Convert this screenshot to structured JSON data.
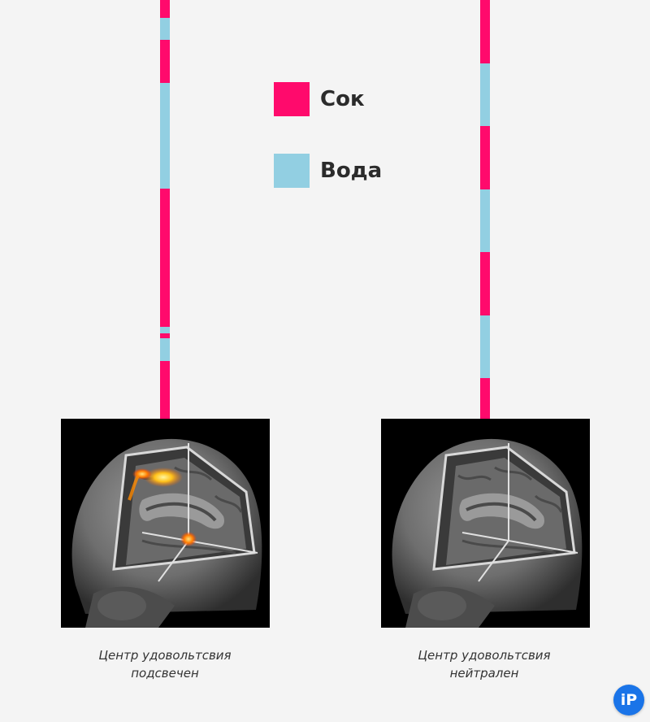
{
  "colors": {
    "juice": "#ff0a6c",
    "water": "#92cfe2",
    "background": "#f4f4f4"
  },
  "legend": [
    {
      "key": "juice",
      "label": "Сок"
    },
    {
      "key": "water",
      "label": "Вода"
    }
  ],
  "left_panel": {
    "caption_line1": "Центр удовольтсвия",
    "caption_line2": "подсвечен",
    "activation": true
  },
  "right_panel": {
    "caption_line1": "Центр удовольтсвия",
    "caption_line2": "нейтрален",
    "activation": false
  },
  "logo": {
    "text": "iP"
  }
}
